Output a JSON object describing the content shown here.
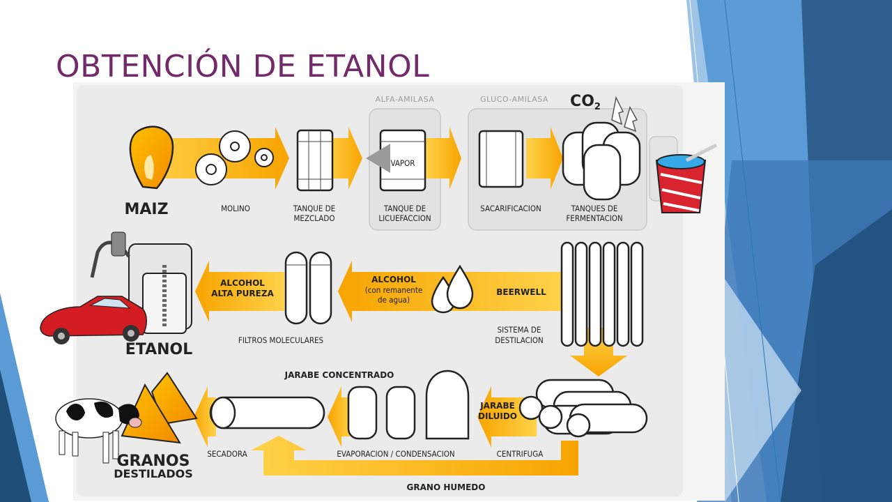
{
  "slide": {
    "title": "OBTENCIÓN DE ETANOL",
    "accent_color": "#722a6b",
    "decor_colors": [
      "#1f4e79",
      "#2e75b6",
      "#5b9bd5",
      "#9dc3e6"
    ]
  },
  "diagram": {
    "row1": {
      "source": "MAIZ",
      "steps": [
        {
          "label": "MOLINO"
        },
        {
          "label_lines": [
            "TANQUE DE",
            "MEZCLADO"
          ]
        },
        {
          "label_lines": [
            "TANQUE DE",
            "LICUEFACCION"
          ],
          "header": "ALFA-AMILASA",
          "inner_label": "VAPOR"
        },
        {
          "label": "SACARIFICACION",
          "header": "GLUCO-AMILASA"
        },
        {
          "label_lines": [
            "TANQUES DE",
            "FERMENTACION"
          ]
        }
      ],
      "gas": "CO",
      "gas_sub": "2"
    },
    "row2": {
      "product": "ETANOL",
      "steps": [
        {
          "label": "FILTROS MOLECULARES"
        },
        {
          "label_lines": [
            "SISTEMA DE",
            "DESTILACION"
          ]
        }
      ],
      "arrow_labels": {
        "high_purity": [
          "ALCOHOL",
          "ALTA PUREZA"
        ],
        "alcohol_title": "ALCOHOL",
        "alcohol_sub": [
          "(con remanente",
          "de agua)"
        ],
        "beerwell": "BEERWELL"
      }
    },
    "row3": {
      "product_lines": [
        "GRANOS",
        "DESTILADOS"
      ],
      "steps": [
        {
          "label": "SECADORA"
        },
        {
          "label": "EVAPORACION / CONDENSACION"
        },
        {
          "label": "CENTRIFUGA"
        }
      ],
      "arrow_labels": {
        "concentrated": "JARABE CONCENTRADO",
        "diluted": [
          "JARABE",
          "DILUIDO"
        ],
        "wet_grain": "GRANO HUMEDO"
      }
    }
  }
}
